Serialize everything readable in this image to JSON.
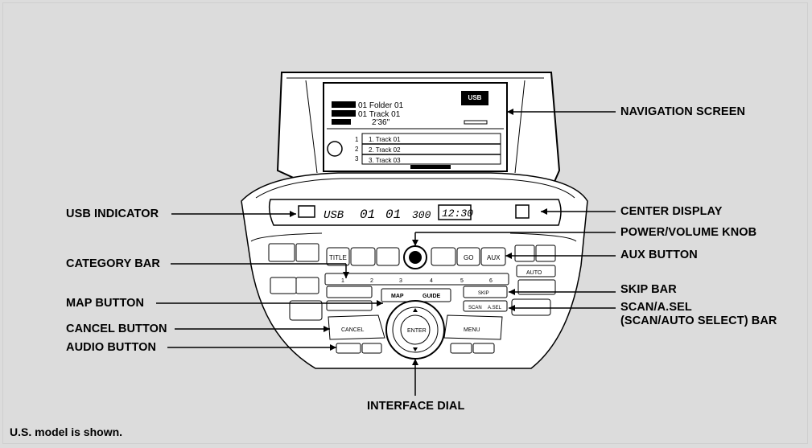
{
  "callouts": {
    "navigation_screen": "NAVIGATION SCREEN",
    "usb_indicator": "USB INDICATOR",
    "center_display": "CENTER DISPLAY",
    "power_volume_knob": "POWER/VOLUME KNOB",
    "category_bar": "CATEGORY BAR",
    "aux_button": "AUX BUTTON",
    "map_button": "MAP BUTTON",
    "skip_bar": "SKIP BAR",
    "scan_asel_line1": "SCAN/A.SEL",
    "scan_asel_line2": "(SCAN/AUTO SELECT) BAR",
    "cancel_button": "CANCEL BUTTON",
    "audio_button": "AUDIO BUTTON",
    "interface_dial": "INTERFACE DIAL"
  },
  "note": "U.S. model is shown.",
  "nav_screen": {
    "badge": "USB",
    "folder_line": "01 Folder 01",
    "track_line": "01 Track 01",
    "time_line": "2'36\"",
    "track_list": [
      "1. Track 01",
      "2. Track 02",
      "3. Track 03"
    ],
    "presets": [
      "1",
      "2",
      "3"
    ]
  },
  "center_display": {
    "mode": "USB",
    "folder": "01",
    "track": "01",
    "time_a": "300",
    "time_b": "12:30"
  },
  "panel_buttons": {
    "title": "TITLE",
    "go": "GO",
    "aux": "AUX",
    "presets": [
      "1",
      "2",
      "3",
      "4",
      "5",
      "6"
    ],
    "enter": "ENTER",
    "map": "MAP",
    "guide": "GUIDE",
    "cancel": "CANCEL",
    "menu": "MENU",
    "auto": "AUTO",
    "scan": "SCAN",
    "asel": "A.SEL",
    "skip": "SKIP"
  }
}
